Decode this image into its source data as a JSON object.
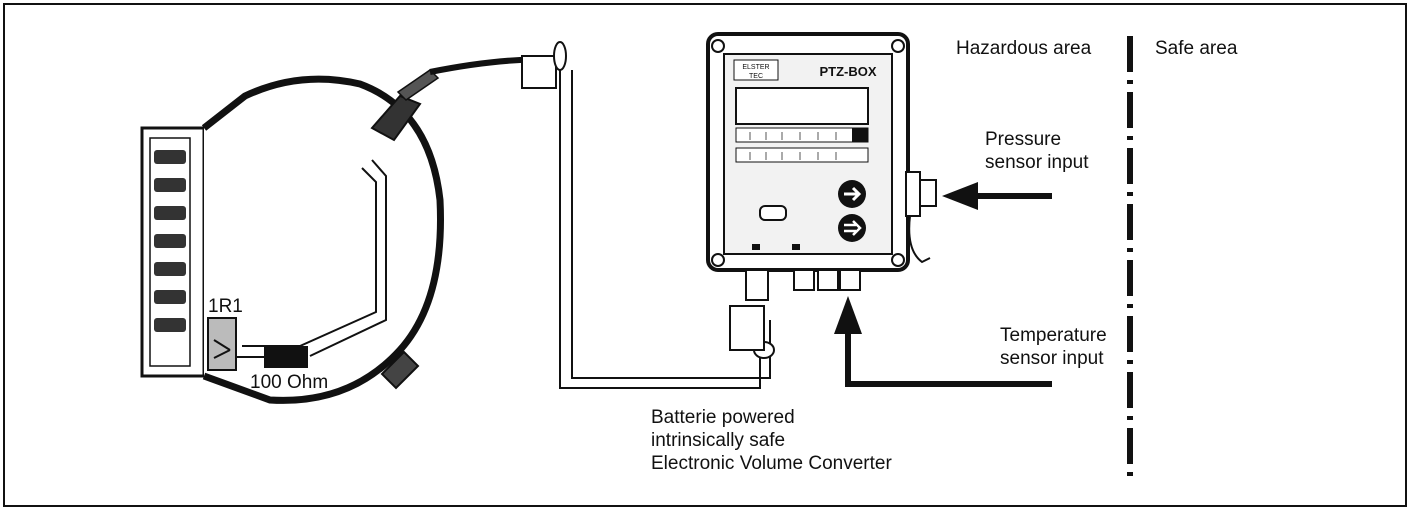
{
  "zones": {
    "hazardous": "Hazardous area",
    "safe": "Safe area"
  },
  "labels": {
    "resistor_id": "1R1",
    "resistor_value": "100 Ohm",
    "pressure_input": [
      "Pressure",
      "sensor input"
    ],
    "temperature_input": [
      "Temperature",
      "sensor input"
    ],
    "converter": [
      "Batterie powered",
      "intrinsically safe",
      "Electronic Volume Converter"
    ]
  },
  "device": {
    "model": "PTZ-BOX",
    "brand": [
      "ELSTER",
      "TEC"
    ]
  }
}
